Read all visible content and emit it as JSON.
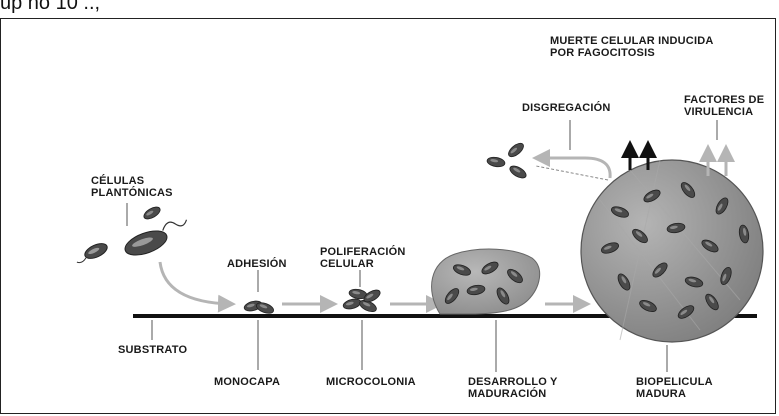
{
  "header": {
    "cropped_text": "up no 10 ..,"
  },
  "labels": {
    "planktonic": "CÉLULAS\nPLANTÓNICAS",
    "adhesion": "ADHESIÓN",
    "proliferation": "POLIFERACIÓN\nCELULAR",
    "disaggregation": "DISGREGACIÓN",
    "phagocytosis": "MUERTE CELULAR INDUCIDA\nPOR FAGOCITOSIS",
    "virulence": "FACTORES DE\nVIRULENCIA",
    "substrate": "SUBSTRATO",
    "monolayer": "MONOCAPA",
    "microcolony": "MICROCOLONIA",
    "development": "DESARROLLO Y\nMADURACIÓN",
    "mature_biofilm": "BIOPELICULA\nMADURA"
  },
  "colors": {
    "frame": "#222222",
    "substrate": "#111111",
    "arrow_gray": "#b5b5b5",
    "arrow_black": "#111111",
    "biofilm_fill": "#9a9a9a",
    "bacteria": "#4a4a4a"
  }
}
